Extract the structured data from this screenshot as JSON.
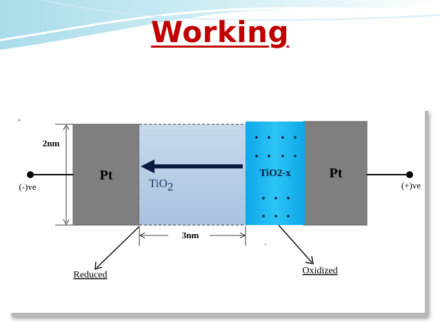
{
  "slide": {
    "title": "Working"
  },
  "diagram": {
    "left_electrode_label": "Pt",
    "right_electrode_label": "Pt",
    "tio2_label": "TiO",
    "tio2_subscript": "2",
    "tio2x_label": "TiO2-x",
    "thickness_label": "2nm",
    "width_label": "3nm",
    "negative_terminal_label": "(-)ve",
    "positive_terminal_label": "(+)ve",
    "reduced_label": "Reduced",
    "oxidized_label": "Oxidized",
    "colors": {
      "title": "#c00000",
      "platinum": "#7f7f7f",
      "tio2": "#b4cde6",
      "tio2x": "#1ab4ee",
      "arrow": "#0d1a3f"
    }
  }
}
